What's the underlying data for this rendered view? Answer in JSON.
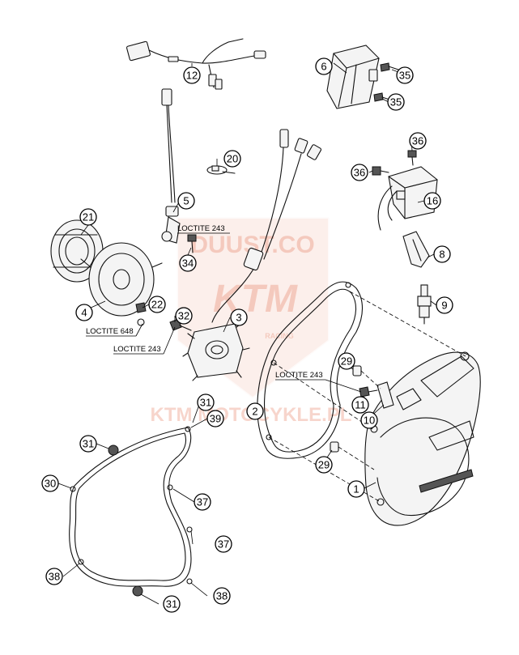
{
  "callouts": {
    "c1": "1",
    "c2": "2",
    "c3": "3",
    "c4": "4",
    "c5": "5",
    "c6": "6",
    "c8": "8",
    "c9": "9",
    "c10": "10",
    "c11": "11",
    "c12": "12",
    "c16": "16",
    "c20": "20",
    "c21": "21",
    "c22": "22",
    "c29a": "29",
    "c29b": "29",
    "c30": "30",
    "c31a": "31",
    "c31b": "31",
    "c31c": "31",
    "c32": "32",
    "c34": "34",
    "c35a": "35",
    "c35b": "35",
    "c36a": "36",
    "c36b": "36",
    "c37a": "37",
    "c37b": "37",
    "c38a": "38",
    "c38b": "38",
    "c39": "39"
  },
  "notes": {
    "loctite_243_top": "LOCTITE 243",
    "loctite_648": "LOCTITE 648",
    "loctite_243_mid": "LOCTITE 243",
    "loctite_243_right": "LOCTITE 243"
  },
  "watermark": {
    "top": "DUUST.CO",
    "brand": "KTM",
    "racing": "RACING",
    "bottom": "KTM MOTOCYKLE.PL"
  },
  "colors": {
    "line": "#111111",
    "watermark": "#e36b4a"
  }
}
